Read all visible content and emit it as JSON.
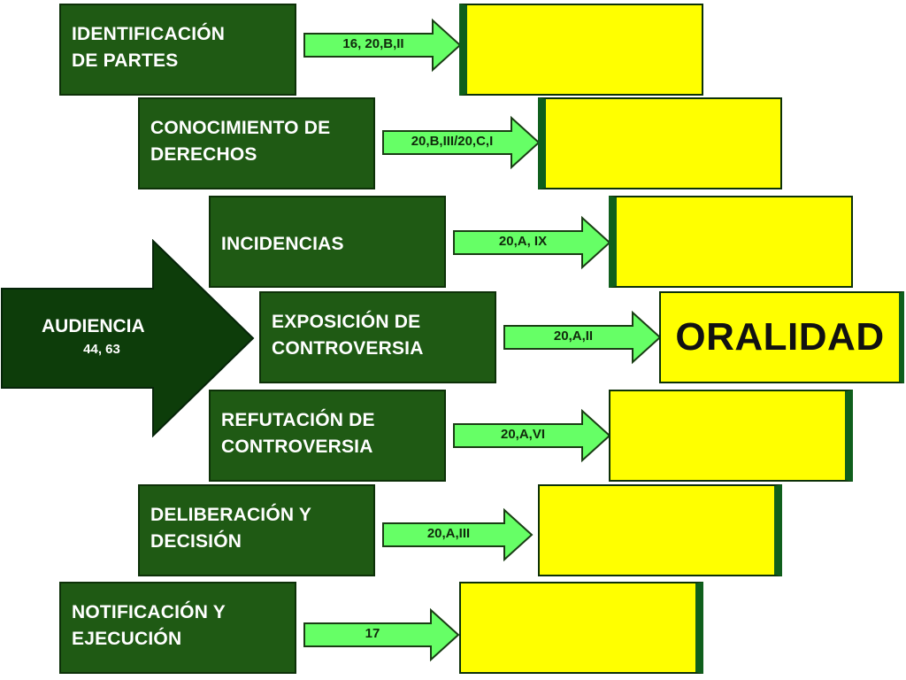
{
  "audiencia": {
    "title": "AUDIENCIA",
    "articles": "44, 63"
  },
  "stages": [
    {
      "label": "IDENTIFICACIÓN\nDE PARTES",
      "reference": "16, 20,B,II"
    },
    {
      "label": "CONOCIMIENTO DE\nDERECHOS",
      "reference": "20,B,III/20,C,I"
    },
    {
      "label": "INCIDENCIAS",
      "reference": "20,A, IX"
    },
    {
      "label": "EXPOSICIÓN DE\nCONTROVERSIA",
      "reference": "20,A,II"
    },
    {
      "label": "REFUTACIÓN DE\nCONTROVERSIA",
      "reference": "20,A,VI"
    },
    {
      "label": "DELIBERACIÓN Y\nDECISIÓN",
      "reference": "20,A,III"
    },
    {
      "label": "NOTIFICACIÓN Y\nEJECUCIÓN",
      "reference": "17"
    }
  ],
  "principle": "ORALIDAD",
  "colors": {
    "stage_fill": "#1f5a14",
    "audiencia_arrow": "#0d3d0a",
    "small_arrow": "#66ff66",
    "result_fill": "#ffff00"
  }
}
